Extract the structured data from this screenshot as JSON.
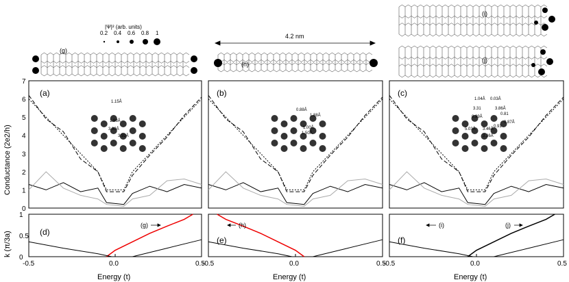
{
  "legend": {
    "title": "|Ψ|² (arb. units)",
    "values": [
      "0.2",
      "0.4",
      "0.6",
      "0.8",
      "1"
    ]
  },
  "ribbon_labels": {
    "g": "(g)",
    "h": "(h)",
    "i": "(i)",
    "j": "(j)"
  },
  "length_label": "4.2 nm",
  "panel_labels": {
    "a": "(a)",
    "b": "(b)",
    "c": "(c)",
    "d": "(d)",
    "e": "(e)",
    "f": "(f)"
  },
  "conductance_axis": {
    "label": "Conductance (2e2/h)",
    "ticks": [
      "0",
      "1",
      "2",
      "3",
      "4",
      "5",
      "6",
      "7"
    ],
    "range": [
      0,
      7
    ]
  },
  "k_axis": {
    "label": "k (π/3a)",
    "ticks": [
      "0",
      "0.5",
      "1"
    ],
    "range": [
      0,
      1
    ]
  },
  "energy_axis": {
    "label": "Energy (t)",
    "ticks": [
      "-0.5",
      "0.0",
      "0.5"
    ],
    "range": [
      -0.5,
      0.5
    ]
  },
  "band_labels": {
    "g": "(g)",
    "h": "(h)",
    "i": "(i)",
    "j": "(j)"
  },
  "bond_labels": {
    "a": [
      "1.15Å",
      "1.98Å",
      "3.92Å",
      "3.92Å"
    ],
    "b": [
      "0.88Å",
      "1.88Å",
      "1.00Å",
      "1.50Å"
    ],
    "c": [
      "1.04Å",
      "0.03Å",
      "3.31",
      "0.99Å",
      "3.86Å",
      "0.81",
      "0.91",
      "5.03Å",
      "3.46Å",
      "0.87Å",
      "3.36Å"
    ]
  },
  "chart_data": [
    {
      "type": "line",
      "panel": "conductance",
      "xlabel": "Energy (t)",
      "ylabel": "Conductance (2e2/h)",
      "xlim": [
        -0.5,
        0.5
      ],
      "ylim": [
        0,
        7
      ],
      "series": [
        {
          "style": "dotted",
          "x": [
            -0.5,
            -0.4,
            -0.3,
            -0.2,
            -0.1,
            -0.05,
            0.05,
            0.1,
            0.2,
            0.3,
            0.4,
            0.5
          ],
          "y": [
            6,
            5,
            4,
            3,
            2,
            1,
            1,
            2,
            3,
            4,
            5,
            6
          ]
        },
        {
          "style": "dashed",
          "x": [
            -0.5,
            -0.4,
            -0.3,
            -0.2,
            -0.1,
            -0.05,
            0.05,
            0.1,
            0.2,
            0.3,
            0.4,
            0.5
          ],
          "y": [
            6.2,
            4.9,
            4.2,
            2.7,
            2.0,
            0.9,
            0.9,
            1.8,
            2.9,
            3.9,
            5.1,
            6.1
          ]
        },
        {
          "style": "solid",
          "x": [
            -0.5,
            -0.4,
            -0.3,
            -0.2,
            -0.1,
            -0.05,
            0.05,
            0.1,
            0.2,
            0.3,
            0.4,
            0.5
          ],
          "y": [
            1.3,
            1.0,
            1.4,
            0.9,
            1.1,
            0.3,
            0.2,
            0.8,
            1.2,
            0.9,
            1.3,
            1.1
          ]
        },
        {
          "style": "gray",
          "x": [
            -0.5,
            -0.4,
            -0.3,
            -0.2,
            -0.1,
            -0.05,
            0.05,
            0.1,
            0.2,
            0.3,
            0.4,
            0.5
          ],
          "y": [
            1.0,
            2.0,
            1.1,
            0.7,
            0.5,
            0.2,
            0.1,
            0.5,
            0.7,
            1.5,
            1.6,
            1.3
          ]
        }
      ]
    },
    {
      "type": "line",
      "panel": "bands",
      "xlabel": "Energy (t)",
      "ylabel": "k (π/3a)",
      "xlim": [
        -0.5,
        0.5
      ],
      "ylim": [
        0,
        1
      ],
      "series": [
        {
          "style": "edge",
          "x": [
            -0.05,
            0.0,
            0.1,
            0.2,
            0.3,
            0.4,
            0.45
          ],
          "y": [
            0.0,
            0.15,
            0.35,
            0.55,
            0.72,
            0.88,
            1.0
          ]
        },
        {
          "style": "bulk",
          "x": [
            -0.5,
            -0.3,
            -0.1,
            -0.02
          ],
          "y": [
            0.35,
            0.2,
            0.07,
            0.0
          ]
        },
        {
          "style": "bulk",
          "x": [
            0.1,
            0.3,
            0.5
          ],
          "y": [
            0.0,
            0.2,
            0.4
          ]
        }
      ]
    }
  ]
}
